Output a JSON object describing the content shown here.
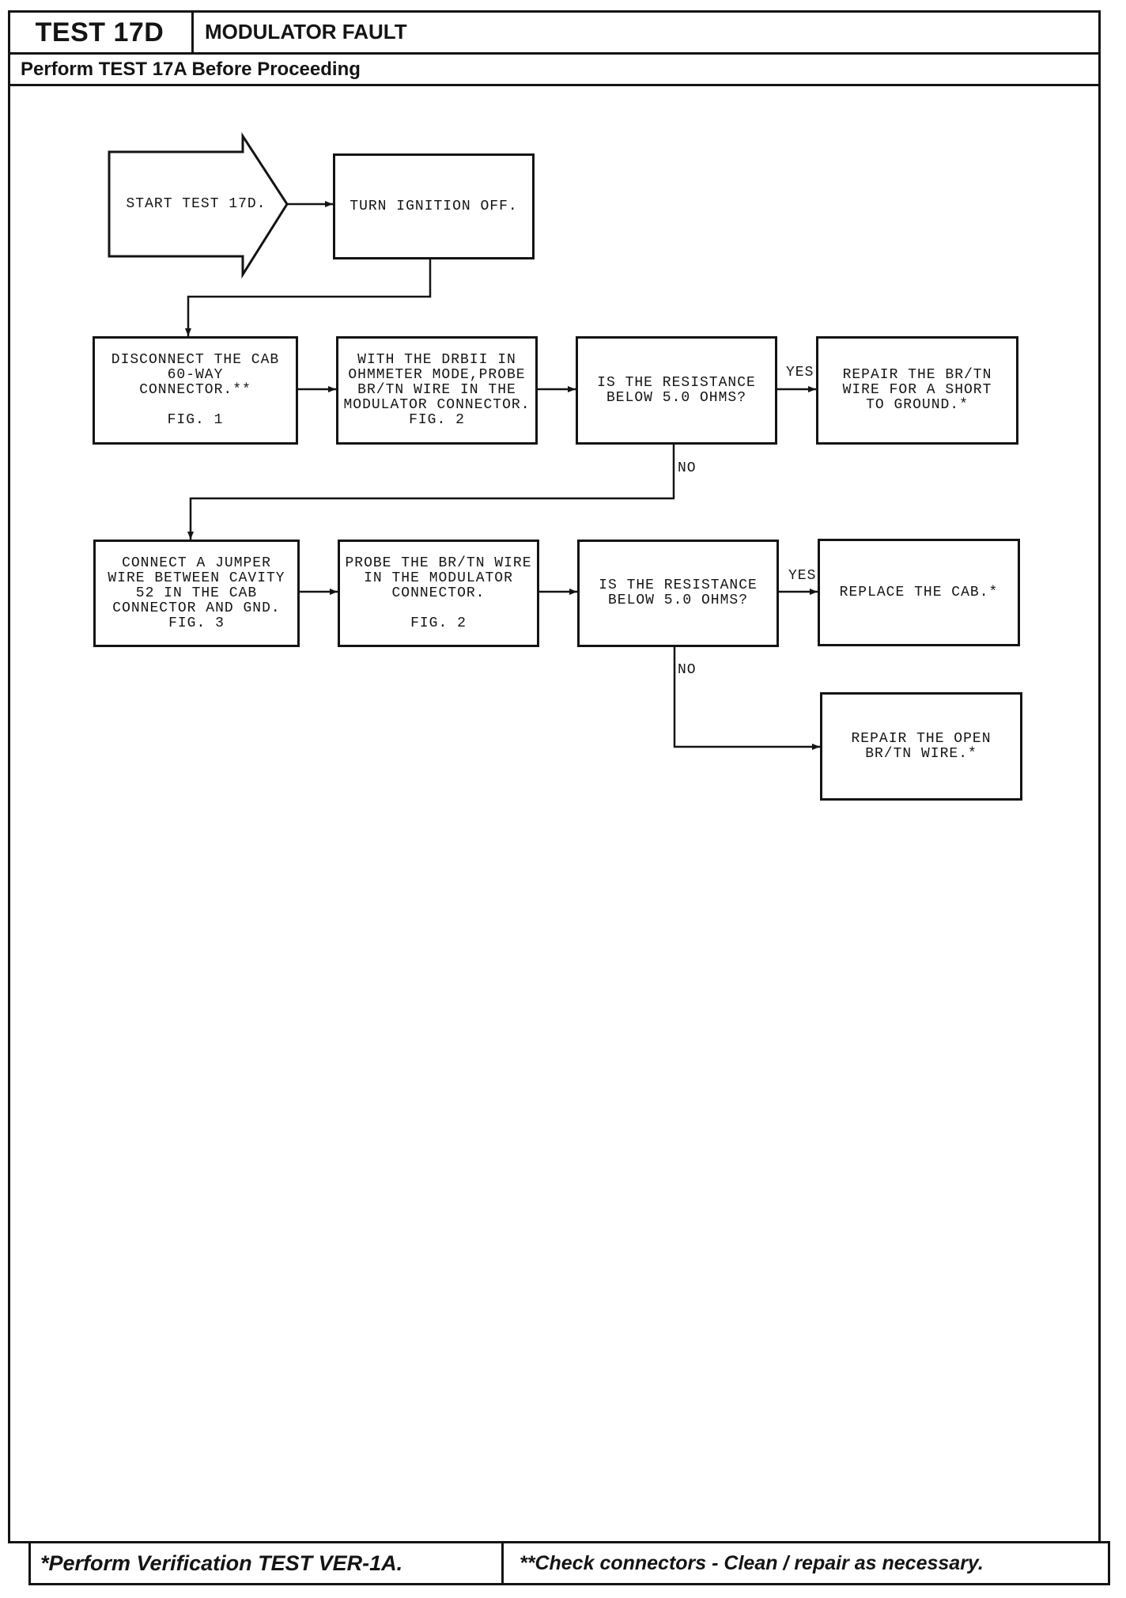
{
  "colors": {
    "ink": "#141414",
    "paper": "#ffffff"
  },
  "header": {
    "test_id": "TEST 17D",
    "title": "MODULATOR FAULT",
    "prerequisite": "Perform TEST 17A Before Proceeding"
  },
  "flowchart": {
    "start_text": "START TEST 17D.",
    "turn_ignition_off": {
      "text": "TURN IGNITION OFF."
    },
    "disconnect_cab": {
      "text": "DISCONNECT THE CAB\n60-WAY\nCONNECTOR.**",
      "figure": "FIG. 1"
    },
    "probe_short_check": {
      "text": "WITH THE DRBII IN\nOHMMETER MODE,PROBE\nBR/TN WIRE IN THE\nMODULATOR CONNECTOR.",
      "figure": "FIG. 2"
    },
    "decision_1": {
      "text": "IS THE RESISTANCE\nBELOW 5.0 OHMS?",
      "yes_label": "YES",
      "no_label": "NO"
    },
    "repair_short": {
      "text": "REPAIR THE BR/TN\nWIRE FOR A SHORT\nTO GROUND.*"
    },
    "connect_jumper": {
      "text": "CONNECT A JUMPER\nWIRE BETWEEN CAVITY\n52 IN THE CAB\nCONNECTOR AND GND.",
      "figure": "FIG. 3"
    },
    "probe_open_check": {
      "text": "PROBE THE BR/TN WIRE\nIN THE MODULATOR\nCONNECTOR.",
      "figure": "FIG. 2"
    },
    "decision_2": {
      "text": "IS THE RESISTANCE\nBELOW 5.0 OHMS?",
      "yes_label": "YES",
      "no_label": "NO"
    },
    "replace_cab": {
      "text": "REPLACE THE CAB.*"
    },
    "repair_open": {
      "text": "REPAIR THE OPEN\nBR/TN WIRE.*"
    }
  },
  "footer": {
    "verification_note": "*Perform Verification TEST VER-1A.",
    "connector_note": "**Check connectors - Clean / repair as necessary."
  }
}
